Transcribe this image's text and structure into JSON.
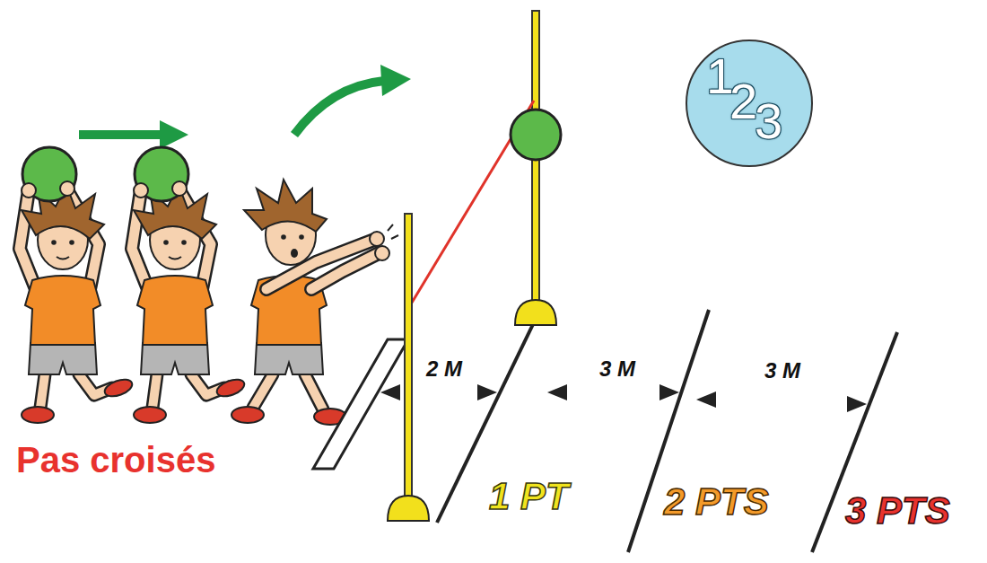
{
  "diagram": {
    "nodes": [
      {
        "text": [
          "1",
          "2",
          "3"
        ]
      }
    ],
    "labels": [
      "Pas croisés",
      "2 M",
      "3 M",
      "3 M",
      "1 PT",
      "2 PTS",
      "3 PTS"
    ]
  }
}
